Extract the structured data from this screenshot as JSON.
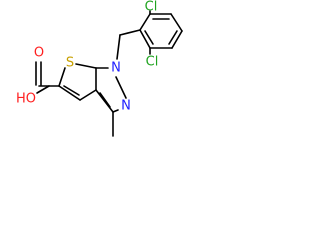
{
  "atoms": {
    "s": "S",
    "n1": "N",
    "n2": "N",
    "cl_top": "Cl",
    "cl_bottom": "Cl",
    "ho": "HO",
    "o": "O"
  },
  "colors": {
    "bond": "#000000",
    "sulfur": "#c8a000",
    "nitrogen": "#1f1fff",
    "oxygen": "#ff1f1f",
    "chlorine": "#1fa31f"
  }
}
